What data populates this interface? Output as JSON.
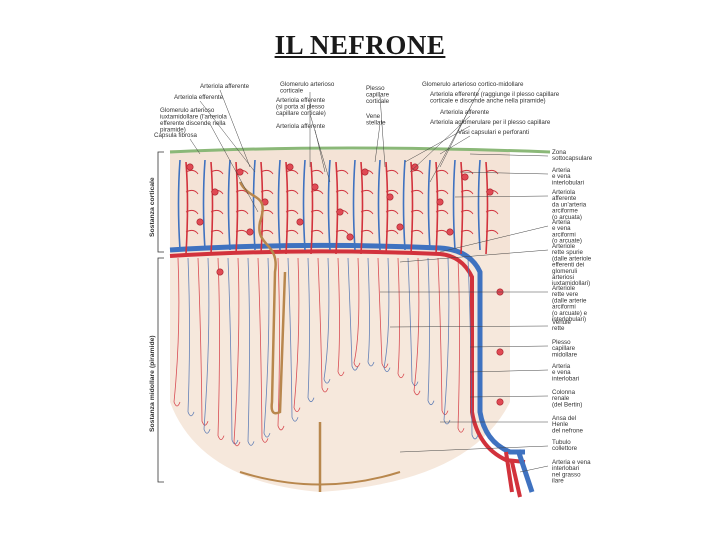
{
  "title": "IL NEFRONE",
  "labels_top": {
    "arteriola_afferente_1": "Arteriola afferente",
    "arteriola_efferente_1": "Arteriola efferente",
    "glomerulo_iuxta": [
      "Glomerulo arterioso",
      "iuxtamidollare (l'arteriola",
      "efferente discende nella",
      "piramide)"
    ],
    "capsula_fibrosa": "Capsula fibrosa",
    "glomerulo_corticale": [
      "Glomerulo arterioso",
      "corticale"
    ],
    "arteriola_efferente_2": [
      "Arteriola efferente",
      "(si porta al plesso",
      "capillare corticale)"
    ],
    "arteriola_afferente_2": "Arteriola afferente",
    "plesso_capillare_corticale": [
      "Plesso",
      "capillare",
      "corticale"
    ],
    "vene_stellate": [
      "Vene",
      "stellate"
    ],
    "glomerulo_cortico_midollare": "Glomerulo arterioso cortico-midollare",
    "arteriola_efferente_3": [
      "Arteriola efferente (raggiunge il plesso capillare",
      "corticale e discende anche nella piramide)"
    ],
    "arteriola_afferente_3": "Arteriola afferente",
    "arteriola_aglomerulare": "Arteriola aglomerulare per il plesso capillare",
    "vasi_capsulari": "Vasi capsulari e perforanti"
  },
  "labels_right": [
    [
      "Zona",
      "sottocapsulare"
    ],
    [
      "Arteria",
      "e vena",
      "interlobulari"
    ],
    [
      "Arteriola",
      "afferente",
      "da un'arteria",
      "arciforme",
      "(o arcuata)"
    ],
    [
      "Arteria",
      "e vena",
      "arciformi",
      "(o arcuate)"
    ],
    [
      "Arteriole",
      "rette spurie",
      "(dalle arteriole",
      "efferenti dei",
      "glomeruli",
      "arteriosi",
      "iuxtamidollari)"
    ],
    [
      "Arteriole",
      "rette vere",
      "(dalle arterie",
      "arciformi",
      "(o arcuate) e",
      "interlobulari)"
    ],
    [
      "Venule",
      "rette"
    ],
    [
      "Plesso",
      "capillare",
      "midollare"
    ],
    [
      "Arteria",
      "e vena",
      "interlobari"
    ],
    [
      "Colonna",
      "renale",
      "(del Bertin)"
    ],
    [
      "Ansa del",
      "Henle",
      "del nefrone"
    ],
    [
      "Tubulo",
      "collettore"
    ],
    [
      "Arteria e vena",
      "interlobari",
      "nel grasso",
      "ilare"
    ]
  ],
  "labels_side": {
    "cortex": "Sostanza corticale",
    "medulla": "Sostanza midollare (piramide)"
  }
}
